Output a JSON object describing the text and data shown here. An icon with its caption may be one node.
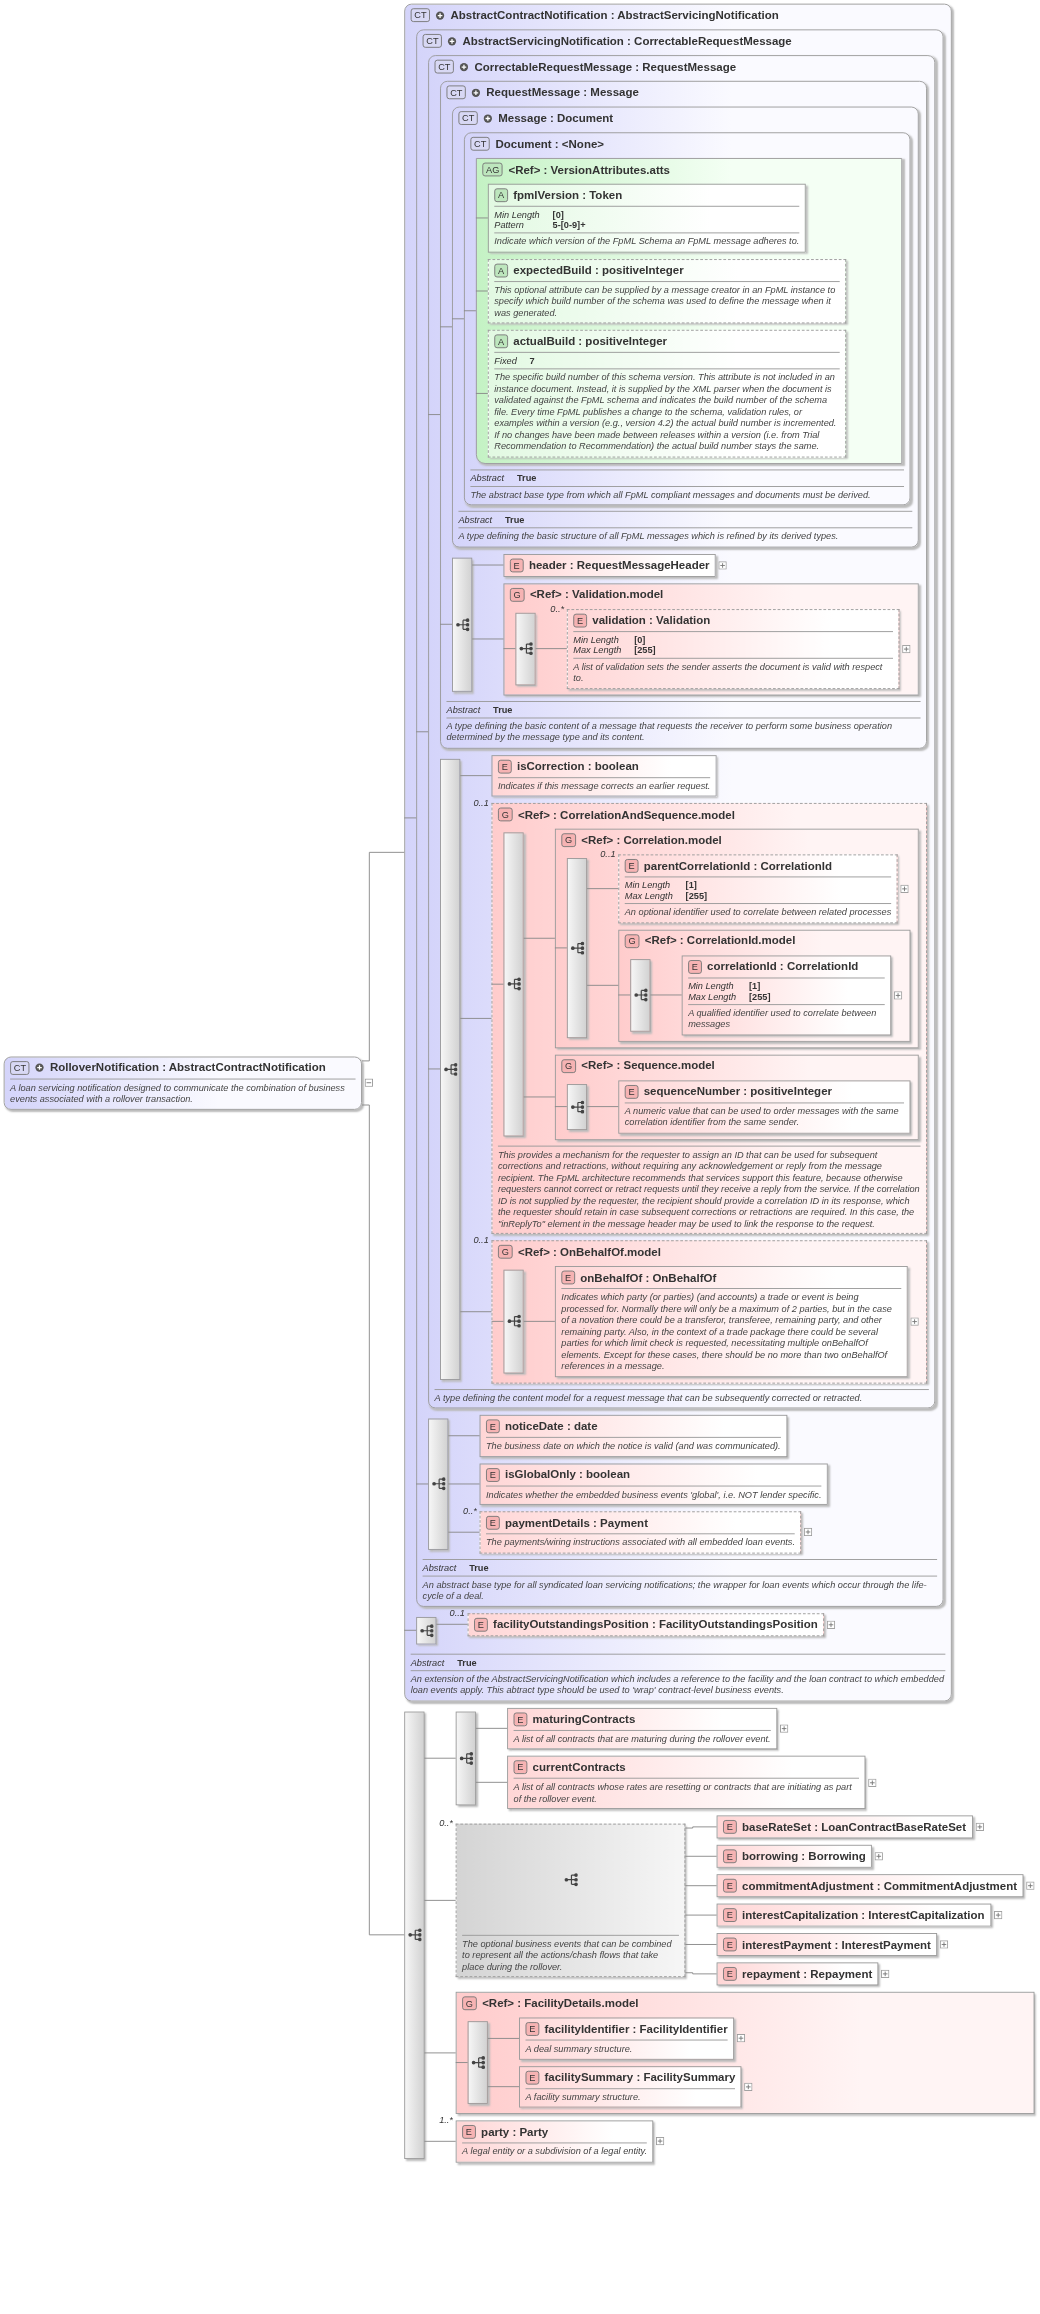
{
  "diagram": {
    "nodes": [
      {
        "text": [
          "CT",
          "RolloverNotification : AbstractContractNotification",
          "A loan servicing notification designed to communicate the combination of business events associated with a rollover transaction."
        ]
      },
      {
        "text": [
          "CT",
          "AbstractContractNotification : AbstractServicingNotification",
          "Abstract",
          "True",
          "An extension of the AbstractServicingNotification which includes a reference to the facility and the loan contract to which embedded loan events apply. This abtract type should be used to 'wrap' contract-level business events."
        ]
      },
      {
        "text": [
          "CT",
          "AbstractServicingNotification : CorrectableRequestMessage",
          "Abstract",
          "True",
          "An abstract base type for all syndicated loan servicing notifications; the wrapper for loan events which occur through the life-cycle of a deal."
        ],
        "in": 1
      },
      {
        "text": [
          "CT",
          "CorrectableRequestMessage : RequestMessage",
          "A type defining the content model for a request message that can be subsequently corrected or retracted."
        ],
        "in": 2
      },
      {
        "text": [
          "CT",
          "RequestMessage : Message",
          "Abstract",
          "True",
          "A type defining the basic content of a message that requests the receiver to perform some business operation determined by the message type and its content."
        ],
        "in": 3
      },
      {
        "text": [
          "CT",
          "Message : Document",
          "Abstract",
          "True",
          "A type defining the basic structure of all FpML messages which is refined by its derived types."
        ],
        "in": 4
      },
      {
        "text": [
          "CT",
          "Document : <None>",
          "Abstract",
          "True",
          "The abstract base type from which all FpML compliant messages and documents must be derived."
        ],
        "in": 5
      },
      {
        "text": [
          "AG",
          "<Ref> : VersionAttributes.atts"
        ],
        "in": 6
      },
      {
        "text": [
          "A",
          "fpmlVersion : Token",
          "Min Length",
          "[0]",
          "Pattern",
          "5-[0-9]+",
          "Indicate which version of the FpML Schema an FpML message adheres to."
        ],
        "in": 7
      },
      {
        "text": [
          "A",
          "expectedBuild : positiveInteger",
          "This optional attribute can be supplied by a message creator in an FpML instance to specify which build number of the schema was used to define the message when it was generated."
        ],
        "in": 7
      },
      {
        "text": [
          "A",
          "actualBuild : positiveInteger",
          "Fixed",
          "7",
          "The specific build number of this schema version. This attribute is not included in an instance document. Instead, it is supplied by the XML parser when the document is validated against the FpML schema and indicates the build number of the schema file. Every time FpML publishes a change to the schema, validation rules, or examples within a version (e.g., version 4.2) the actual build number is incremented. If no changes have been made between releases within a version (i.e. from Trial Recommendation to Recommendation) the actual build number stays the same."
        ],
        "in": 7
      },
      {
        "text": [],
        "shape": "box",
        "in": 4
      },
      {
        "text": [
          "E",
          "header : RequestMessageHeader"
        ],
        "in": 4
      },
      {
        "text": [
          "G",
          "<Ref> : Validation.model"
        ],
        "in": 4
      },
      {
        "text": [],
        "shape": "box",
        "in": 13
      },
      {
        "text": [
          "E",
          "validation : Validation",
          "Min Length",
          "[0]",
          "Max Length",
          "[255]",
          "A list of validation sets the sender asserts the document is valid with respect to."
        ],
        "in": 13,
        "beside": [
          "0..*"
        ]
      },
      {
        "text": [],
        "shape": "box",
        "in": 3
      },
      {
        "text": [
          "E",
          "isCorrection : boolean",
          "Indicates if this message corrects an earlier request."
        ],
        "in": 3
      },
      {
        "text": [
          "G",
          "<Ref> : CorrelationAndSequence.model",
          "This provides a mechanism for the requester to assign an ID that can be used for subsequent corrections and retractions, without requiring any acknowledgement or reply from the message recipient. The FpML architecture recommends that services support this feature, because otherwise requesters cannot correct or retract requests until they receive a reply from the service. If the correlation ID is not supplied by the requester, the recipient should provide a correlation ID in its response, which the requester should retain in case subsequent corrections or retractions are required. In this case, the \"inReplyTo\" element in the message header may be used to link the response to the request."
        ],
        "in": 3,
        "beside": [
          "0..1"
        ]
      },
      {
        "text": [],
        "shape": "box",
        "in": 18
      },
      {
        "text": [
          "G",
          "<Ref> : Correlation.model"
        ],
        "in": 18
      },
      {
        "text": [],
        "shape": "box",
        "in": 20
      },
      {
        "text": [
          "E",
          "parentCorrelationId : CorrelationId",
          "Min Length",
          "[1]",
          "Max Length",
          "[255]",
          "An optional identifier used to correlate between related processes"
        ],
        "in": 20,
        "beside": [
          "0..1"
        ]
      },
      {
        "text": [
          "G",
          "<Ref> : CorrelationId.model"
        ],
        "in": 20
      },
      {
        "text": [],
        "shape": "box",
        "in": 23
      },
      {
        "text": [
          "E",
          "correlationId : CorrelationId",
          "Min Length",
          "[1]",
          "Max Length",
          "[255]",
          "A qualified identifier used to correlate between messages"
        ],
        "in": 23
      },
      {
        "text": [
          "G",
          "<Ref> : Sequence.model"
        ],
        "in": 18
      },
      {
        "text": [],
        "shape": "box",
        "in": 26
      },
      {
        "text": [
          "E",
          "sequenceNumber : positiveInteger",
          "A numeric value that can be used to order messages with the same correlation identifier from the same sender."
        ],
        "in": 26
      },
      {
        "text": [
          "G",
          "<Ref> : OnBehalfOf.model"
        ],
        "in": 3,
        "beside": [
          "0..1"
        ]
      },
      {
        "text": [],
        "shape": "box",
        "in": 29
      },
      {
        "text": [
          "E",
          "onBehalfOf : OnBehalfOf",
          "Indicates which party (or parties) (and accounts) a trade or event is being processed for. Normally there will only be a maximum of 2 parties, but in the case of a novation there could be a transferor, transferee, remaining party, and other remaining party. Also, in the context of a trade package there could be several parties for which limit check is requested, necessitating multiple onBehalfOf elements. Except for these cases, there should be no more than two onBehalfOf references in a message."
        ],
        "in": 29
      },
      {
        "text": [],
        "shape": "box",
        "in": 2
      },
      {
        "text": [
          "E",
          "noticeDate : date",
          "The business date on which the notice is valid (and was communicated)."
        ],
        "in": 2
      },
      {
        "text": [
          "E",
          "isGlobalOnly : boolean",
          "Indicates whether the embedded business events 'global', i.e. NOT lender specific."
        ],
        "in": 2
      },
      {
        "text": [
          "E",
          "paymentDetails : Payment",
          "The payments/wiring instructions associated with all embedded loan events."
        ],
        "in": 2,
        "beside": [
          "0..*"
        ]
      },
      {
        "text": [],
        "shape": "box",
        "in": 1
      },
      {
        "text": [
          "E",
          "facilityOutstandingsPosition : FacilityOutstandingsPosition"
        ],
        "in": 1,
        "beside": [
          "0..1"
        ]
      },
      {
        "text": [],
        "shape": "box"
      },
      {
        "text": [],
        "shape": "box"
      },
      {
        "text": [
          "E",
          "maturingContracts",
          "A list of all contracts that are maturing during the rollover event."
        ]
      },
      {
        "text": [
          "E",
          "currentContracts",
          "A list of all contracts whose rates are resetting or contracts that are initiating as part of the rollover event."
        ]
      },
      {
        "text": [
          "The optional business events that can be combined to represent all the actions/chash flows that take place during the rollover."
        ],
        "beside": [
          "0..*"
        ]
      },
      {
        "text": [
          "E",
          "baseRateSet : LoanContractBaseRateSet"
        ]
      },
      {
        "text": [
          "E",
          "borrowing : Borrowing"
        ]
      },
      {
        "text": [
          "E",
          "commitmentAdjustment : CommitmentAdjustment"
        ]
      },
      {
        "text": [
          "E",
          "interestCapitalization : InterestCapitalization"
        ]
      },
      {
        "text": [
          "E",
          "interestPayment : InterestPayment"
        ]
      },
      {
        "text": [
          "E",
          "repayment : Repayment"
        ]
      },
      {
        "text": [
          "G",
          "<Ref> : FacilityDetails.model"
        ]
      },
      {
        "text": [],
        "shape": "box",
        "in": 49
      },
      {
        "text": [
          "E",
          "facilityIdentifier : FacilityIdentifier",
          "A deal summary structure."
        ],
        "in": 49
      },
      {
        "text": [
          "E",
          "facilitySummary : FacilitySummary",
          "A facility summary structure."
        ],
        "in": 49
      },
      {
        "text": [
          "E",
          "party : Party",
          "A legal entity or a subdivision of a legal entity."
        ],
        "beside": [
          "1..*"
        ]
      }
    ],
    "edges": [
      {
        "from": 0,
        "to": 1,
        "arrow": "none"
      },
      {
        "from": 0,
        "to": 38,
        "arrow": "none"
      },
      {
        "from": 1,
        "to": 2,
        "arrow": "none"
      },
      {
        "from": 1,
        "to": 36,
        "arrow": "none"
      },
      {
        "from": 2,
        "to": 3,
        "arrow": "none"
      },
      {
        "from": 2,
        "to": 32,
        "arrow": "none"
      },
      {
        "from": 3,
        "to": 4,
        "arrow": "none"
      },
      {
        "from": 3,
        "to": 16,
        "arrow": "none"
      },
      {
        "from": 4,
        "to": 5,
        "arrow": "none"
      },
      {
        "from": 4,
        "to": 11,
        "arrow": "none"
      },
      {
        "from": 5,
        "to": 6,
        "arrow": "none"
      },
      {
        "from": 6,
        "to": 7,
        "arrow": "none"
      },
      {
        "from": 7,
        "to": 8,
        "arrow": "none"
      },
      {
        "from": 7,
        "to": 9,
        "arrow": "none"
      },
      {
        "from": 7,
        "to": 10,
        "arrow": "none"
      },
      {
        "from": 11,
        "to": 12,
        "arrow": "none"
      },
      {
        "from": 11,
        "to": 13,
        "arrow": "none"
      },
      {
        "from": 13,
        "to": 14,
        "arrow": "none"
      },
      {
        "from": 14,
        "to": 15,
        "arrow": "none"
      },
      {
        "from": 16,
        "to": 17,
        "arrow": "none"
      },
      {
        "from": 16,
        "to": 18,
        "arrow": "none"
      },
      {
        "from": 16,
        "to": 29,
        "arrow": "none"
      },
      {
        "from": 18,
        "to": 19,
        "arrow": "none"
      },
      {
        "from": 19,
        "to": 20,
        "arrow": "none"
      },
      {
        "from": 19,
        "to": 26,
        "arrow": "none"
      },
      {
        "from": 20,
        "to": 21,
        "arrow": "none"
      },
      {
        "from": 21,
        "to": 22,
        "arrow": "none"
      },
      {
        "from": 21,
        "to": 23,
        "arrow": "none"
      },
      {
        "from": 23,
        "to": 24,
        "arrow": "none"
      },
      {
        "from": 24,
        "to": 25,
        "arrow": "none"
      },
      {
        "from": 26,
        "to": 27,
        "arrow": "none"
      },
      {
        "from": 27,
        "to": 28,
        "arrow": "none"
      },
      {
        "from": 29,
        "to": 30,
        "arrow": "none"
      },
      {
        "from": 30,
        "to": 31,
        "arrow": "none"
      },
      {
        "from": 32,
        "to": 33,
        "arrow": "none"
      },
      {
        "from": 32,
        "to": 34,
        "arrow": "none"
      },
      {
        "from": 32,
        "to": 35,
        "arrow": "none"
      },
      {
        "from": 36,
        "to": 37,
        "arrow": "none"
      },
      {
        "from": 38,
        "to": 39,
        "arrow": "none"
      },
      {
        "from": 38,
        "to": 42,
        "arrow": "none"
      },
      {
        "from": 38,
        "to": 49,
        "arrow": "none"
      },
      {
        "from": 38,
        "to": 53,
        "arrow": "none"
      },
      {
        "from": 39,
        "to": 40,
        "arrow": "none"
      },
      {
        "from": 39,
        "to": 41,
        "arrow": "none"
      },
      {
        "from": 42,
        "to": 43,
        "arrow": "none"
      },
      {
        "from": 42,
        "to": 44,
        "arrow": "none"
      },
      {
        "from": 42,
        "to": 45,
        "arrow": "none"
      },
      {
        "from": 42,
        "to": 46,
        "arrow": "none"
      },
      {
        "from": 42,
        "to": 47,
        "arrow": "none"
      },
      {
        "from": 42,
        "to": 48,
        "arrow": "none"
      },
      {
        "from": 49,
        "to": 50,
        "arrow": "none"
      },
      {
        "from": 50,
        "to": 51,
        "arrow": "none"
      },
      {
        "from": 50,
        "to": 52,
        "arrow": "none"
      }
    ]
  }
}
